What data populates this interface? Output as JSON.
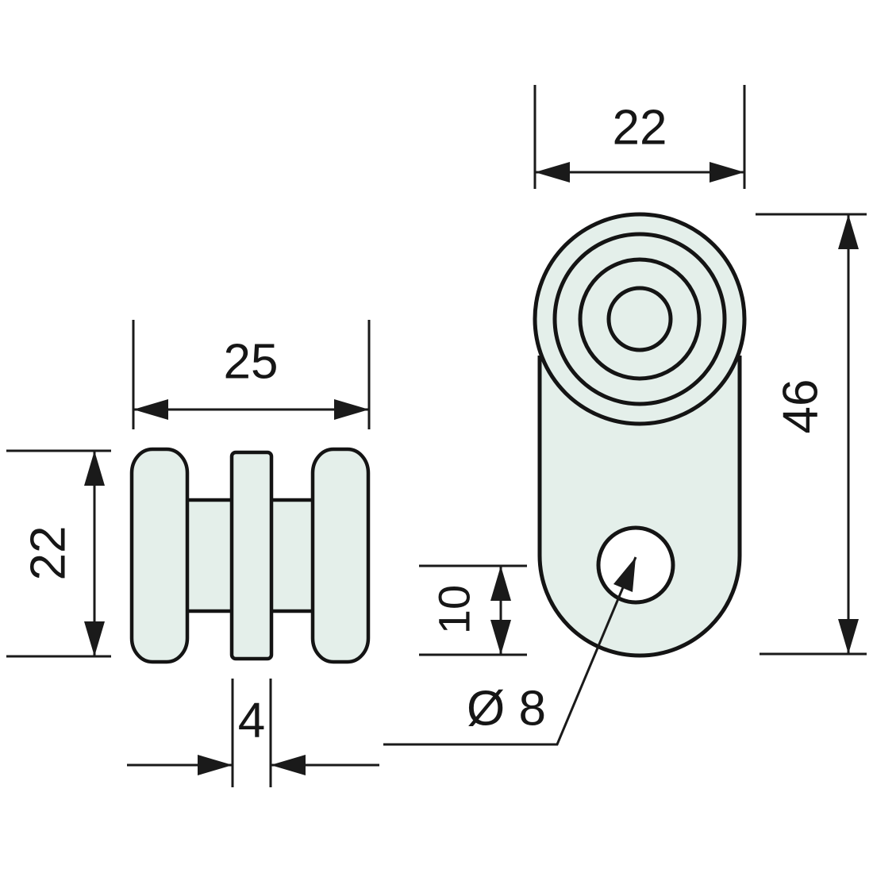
{
  "side_view": {
    "width_dim": "25",
    "height_dim": "22",
    "web_dim": "4"
  },
  "front_view": {
    "width_dim": "22",
    "height_dim": "46",
    "hole_offset_dim": "10",
    "hole_diameter_dim": "Ø 8"
  },
  "colors": {
    "background": "#ffffff",
    "part_fill": "#e4efea",
    "hole_fill": "#ffffff",
    "line_color": "#1a1a1a"
  }
}
